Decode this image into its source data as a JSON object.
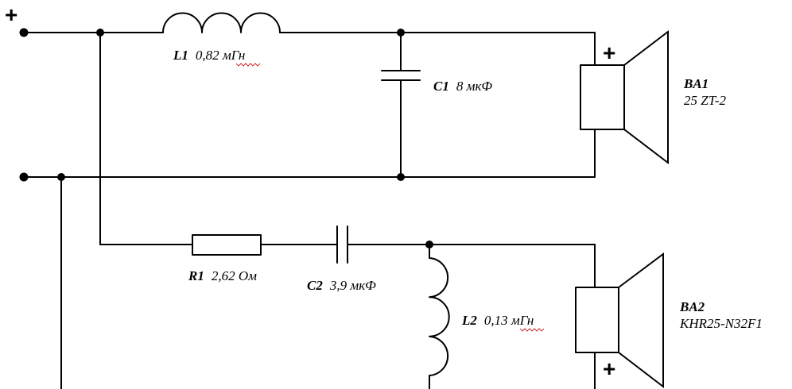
{
  "terminals": {
    "input_plus": "+"
  },
  "components": {
    "L1": {
      "ref": "L1",
      "value": "0,82 мГн"
    },
    "C1": {
      "ref": "C1",
      "value": "8 мкФ"
    },
    "R1": {
      "ref": "R1",
      "value": "2,62 Ом"
    },
    "C2": {
      "ref": "C2",
      "value": "3,9 мкФ"
    },
    "L2": {
      "ref": "L2",
      "value": "0,13 мГн"
    }
  },
  "speakers": {
    "BA1": {
      "ref": "BA1",
      "model": "25 ZT-2",
      "polarity": "+"
    },
    "BA2": {
      "ref": "BA2",
      "model": "KHR25-N32F1",
      "polarity": "+"
    }
  }
}
